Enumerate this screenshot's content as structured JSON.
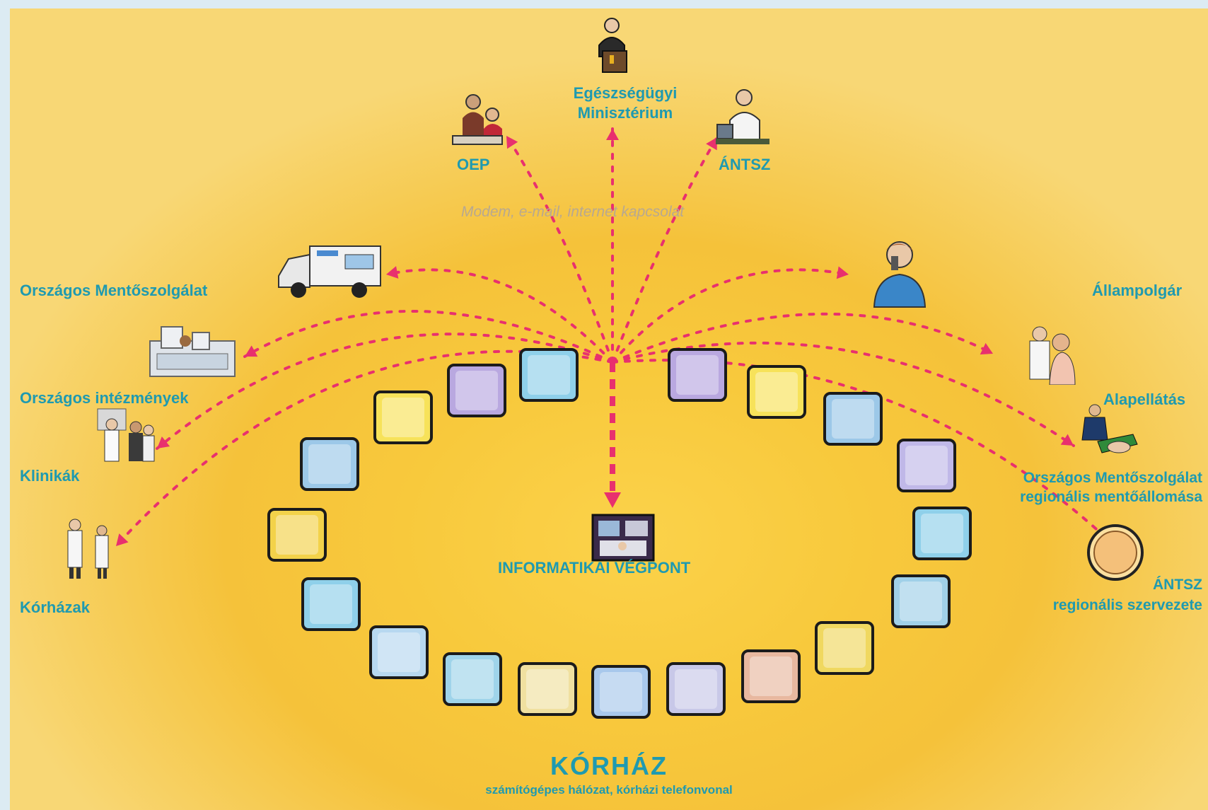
{
  "hub": {
    "label": "INFORMATIKAI VÉGPONT"
  },
  "connection_note": "Modem, e-mail, internet kapcsolat",
  "top_nodes": [
    {
      "id": "oep",
      "label": "OEP"
    },
    {
      "id": "ministry",
      "label_line1": "Egészségügyi",
      "label_line2": "Minisztérium"
    },
    {
      "id": "antsz",
      "label": "ÁNTSZ"
    }
  ],
  "left_nodes": [
    {
      "id": "mentoszolgalat",
      "label": "Országos Mentőszolgálat"
    },
    {
      "id": "intezmenyek",
      "label": "Országos intézmények"
    },
    {
      "id": "klinikak",
      "label": "Klinikák"
    },
    {
      "id": "korhazak",
      "label": "Kórházak"
    }
  ],
  "right_nodes": [
    {
      "id": "allampolgar",
      "label": "Állampolgár"
    },
    {
      "id": "alapellatas",
      "label": "Alapellátás"
    },
    {
      "id": "regional-ambulance",
      "label_line1": "Országos Mentőszolgálat",
      "label_line2": "regionális mentőállomása"
    },
    {
      "id": "regional-antsz",
      "label_line1": "ÁNTSZ",
      "label_line2": "regionális szervezete"
    }
  ],
  "footer": {
    "title": "KÓRHÁZ",
    "subtitle": "számítógépes hálózat, kórházi telefonvonal"
  },
  "colors": {
    "accent_text": "#1f9ab0",
    "arrow": "#e8306e",
    "background": "#f7c63e"
  },
  "icons": [
    "ministry-speaker-icon",
    "oep-office-icon",
    "antsz-doctor-icon",
    "ambulance-icon",
    "institutions-icon",
    "clinic-doctors-icon",
    "hospital-doctors-icon",
    "citizen-icon",
    "primary-care-icon",
    "rescue-icon",
    "antsz-seal-icon",
    "computer-terminal-icon"
  ],
  "department_tiles": [
    "patient-bed-icon",
    "anatomy-icon",
    "cardiology-icon",
    "pulmonology-icon",
    "spine-icon",
    "neurology-icon",
    "microbiology-icon",
    "pediatrics-icon",
    "surgery-icon",
    "orthopedics-icon",
    "xray-icon",
    "pharmacy-rx-icon",
    "blood-icon",
    "urology-icon",
    "ophthalmology-icon",
    "newborn-icon",
    "xray-cabinet-icon",
    "infusion-icon",
    "physio-icon"
  ]
}
